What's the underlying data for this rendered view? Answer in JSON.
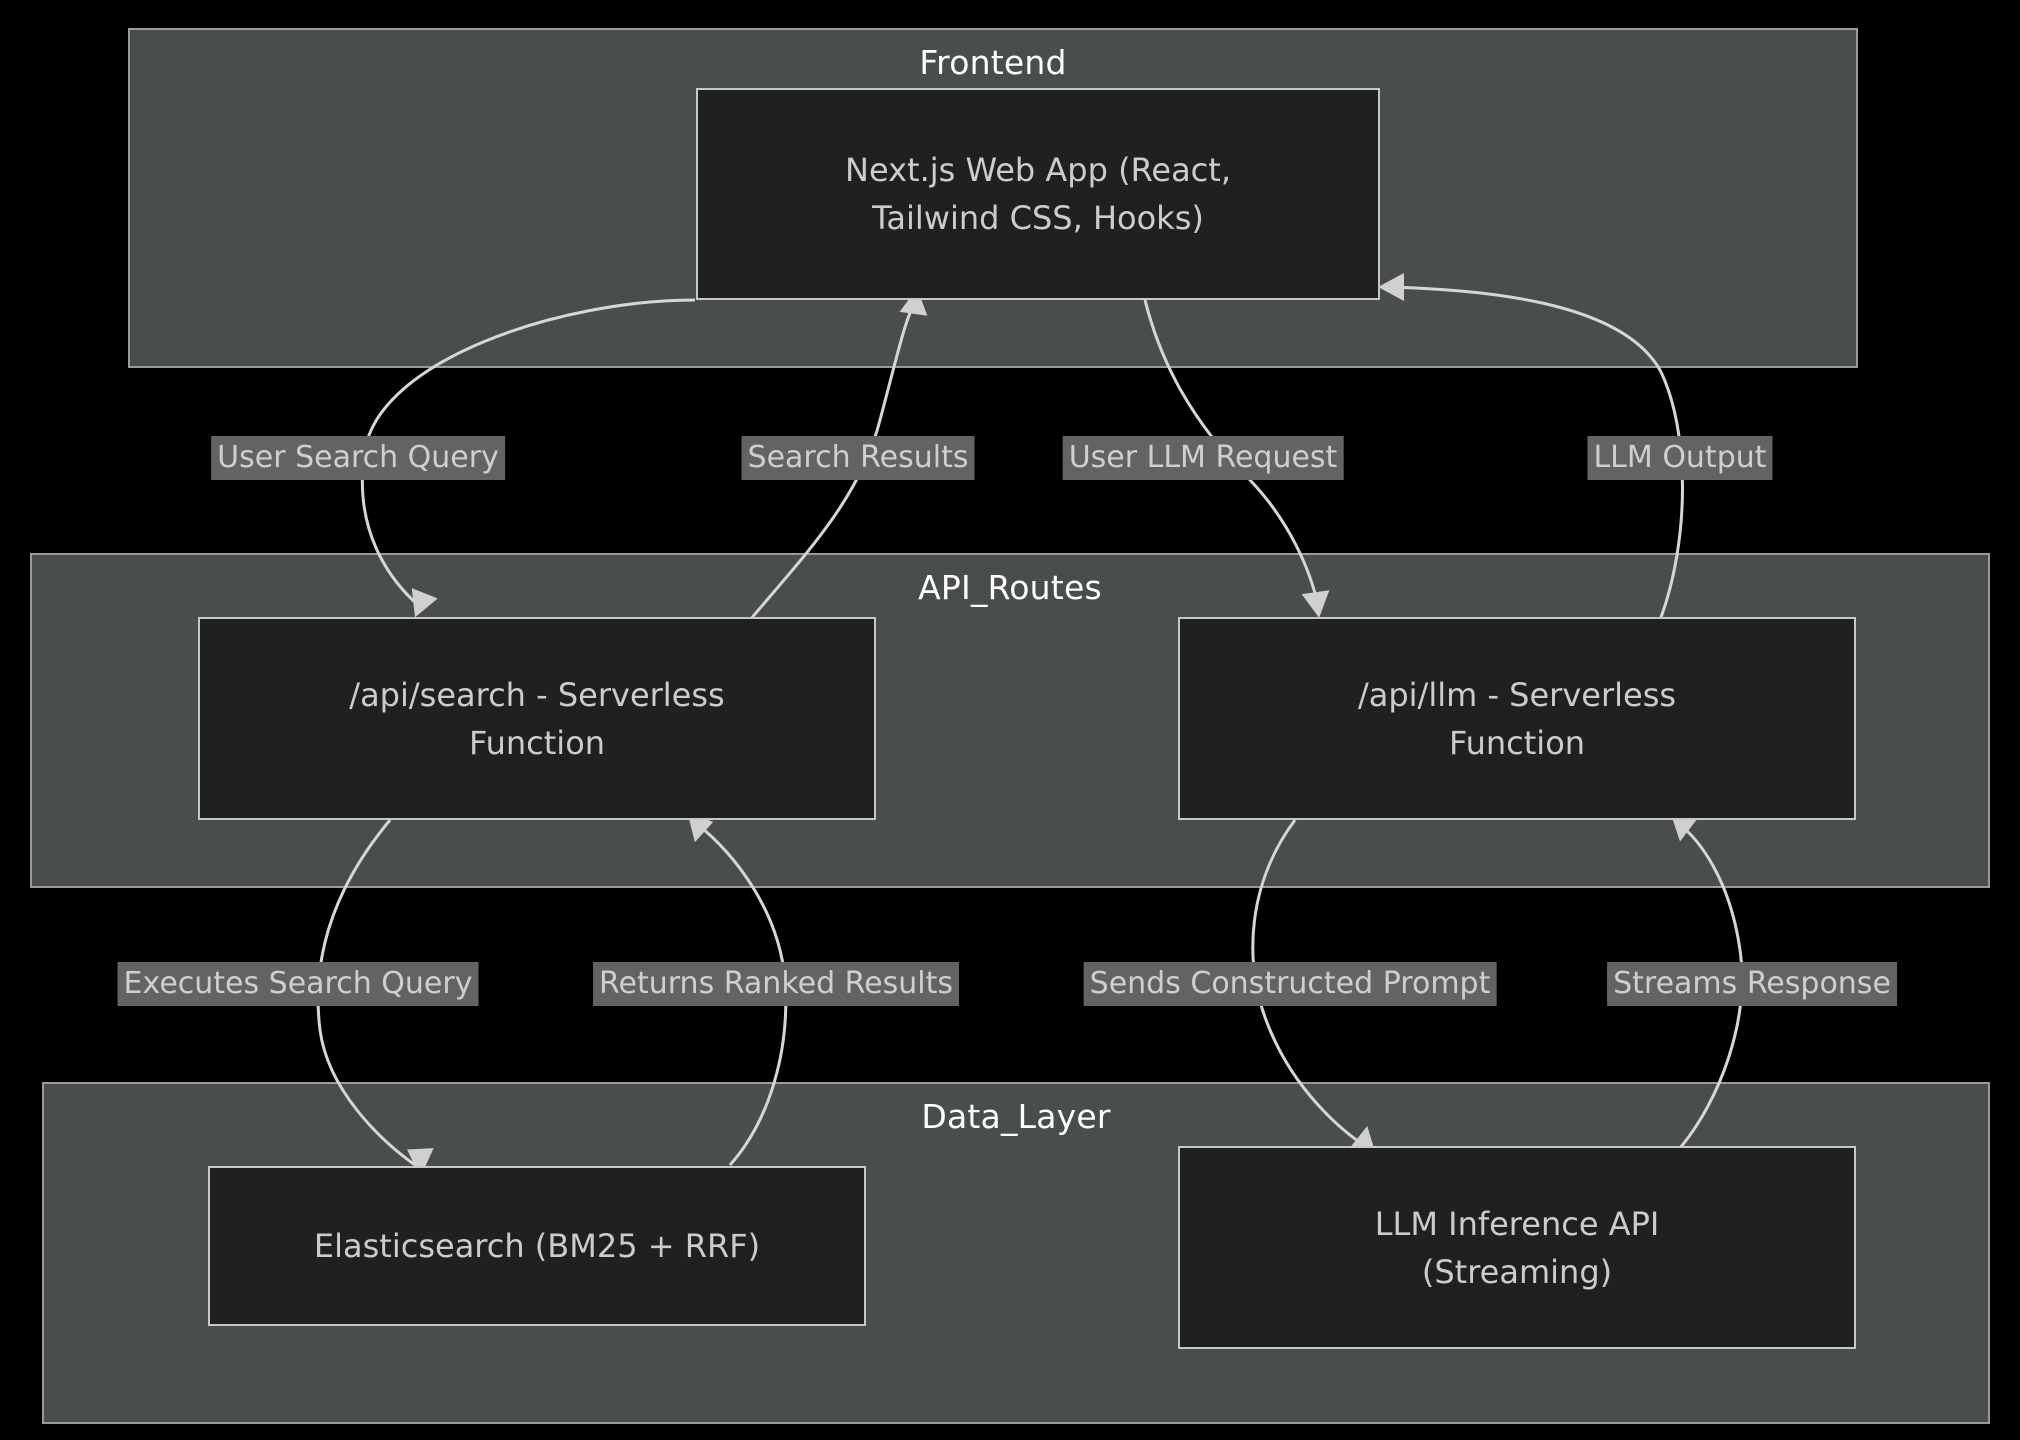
{
  "diagram": {
    "type": "flowchart",
    "title": "",
    "background_color": "#000000",
    "subgraph_color": "#4a4d4d",
    "node_color": "#1f2121",
    "node_border_color": "#c8c8c8",
    "edge_color": "#d6d6d6",
    "edge_label_bg": "#636363",
    "text_color": "#cccccc",
    "subgraph_title_color": "#ffffff"
  },
  "subgraphs": [
    {
      "id": "frontend",
      "title": "Frontend"
    },
    {
      "id": "api_routes",
      "title": "API_Routes"
    },
    {
      "id": "data_layer",
      "title": "Data_Layer"
    }
  ],
  "nodes": [
    {
      "id": "webapp",
      "label": "Next.js Web App (React,\nTailwind CSS, Hooks)",
      "group": "frontend"
    },
    {
      "id": "apisearch",
      "label": "/api/search - Serverless\nFunction",
      "group": "api_routes"
    },
    {
      "id": "apillm",
      "label": "/api/llm - Serverless\nFunction",
      "group": "api_routes"
    },
    {
      "id": "elastic",
      "label": "Elasticsearch (BM25 + RRF)",
      "group": "data_layer"
    },
    {
      "id": "llmapi",
      "label": "LLM Inference API\n(Streaming)",
      "group": "data_layer"
    }
  ],
  "edges": [
    {
      "id": "e1",
      "from": "webapp",
      "to": "apisearch",
      "label": "User Search Query"
    },
    {
      "id": "e2",
      "from": "apisearch",
      "to": "webapp",
      "label": "Search Results"
    },
    {
      "id": "e3",
      "from": "webapp",
      "to": "apillm",
      "label": "User LLM Request"
    },
    {
      "id": "e4",
      "from": "apillm",
      "to": "webapp",
      "label": "LLM Output"
    },
    {
      "id": "e5",
      "from": "apisearch",
      "to": "elastic",
      "label": "Executes Search Query"
    },
    {
      "id": "e6",
      "from": "elastic",
      "to": "apisearch",
      "label": "Returns Ranked Results"
    },
    {
      "id": "e7",
      "from": "apillm",
      "to": "llmapi",
      "label": "Sends Constructed Prompt"
    },
    {
      "id": "e8",
      "from": "llmapi",
      "to": "apillm",
      "label": "Streams Response"
    }
  ]
}
